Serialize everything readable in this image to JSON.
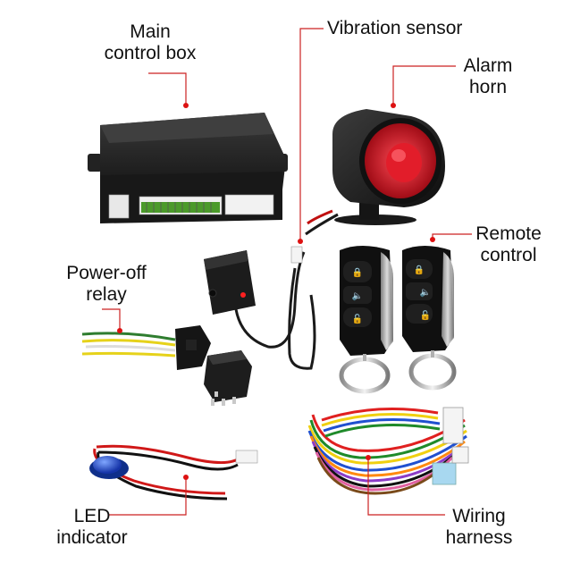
{
  "labels": {
    "main_control_box": {
      "line1": "Main",
      "line2": "control box"
    },
    "vibration_sensor": {
      "text": "Vibration sensor"
    },
    "alarm_horn": {
      "line1": "Alarm",
      "line2": "horn"
    },
    "remote_control": {
      "line1": "Remote",
      "line2": "control"
    },
    "power_off_relay": {
      "line1": "Power-off",
      "line2": "relay"
    },
    "led_indicator": {
      "line1": "LED",
      "line2": "indicator"
    },
    "wiring_harness": {
      "line1": "Wiring",
      "line2": "harness"
    }
  },
  "colors": {
    "leader_line": "#cc2222",
    "leader_dot": "#dd1111",
    "device_body": "#1c1c1c",
    "horn_cone": "#c8141e",
    "led_blue": "#1f4fd8"
  }
}
